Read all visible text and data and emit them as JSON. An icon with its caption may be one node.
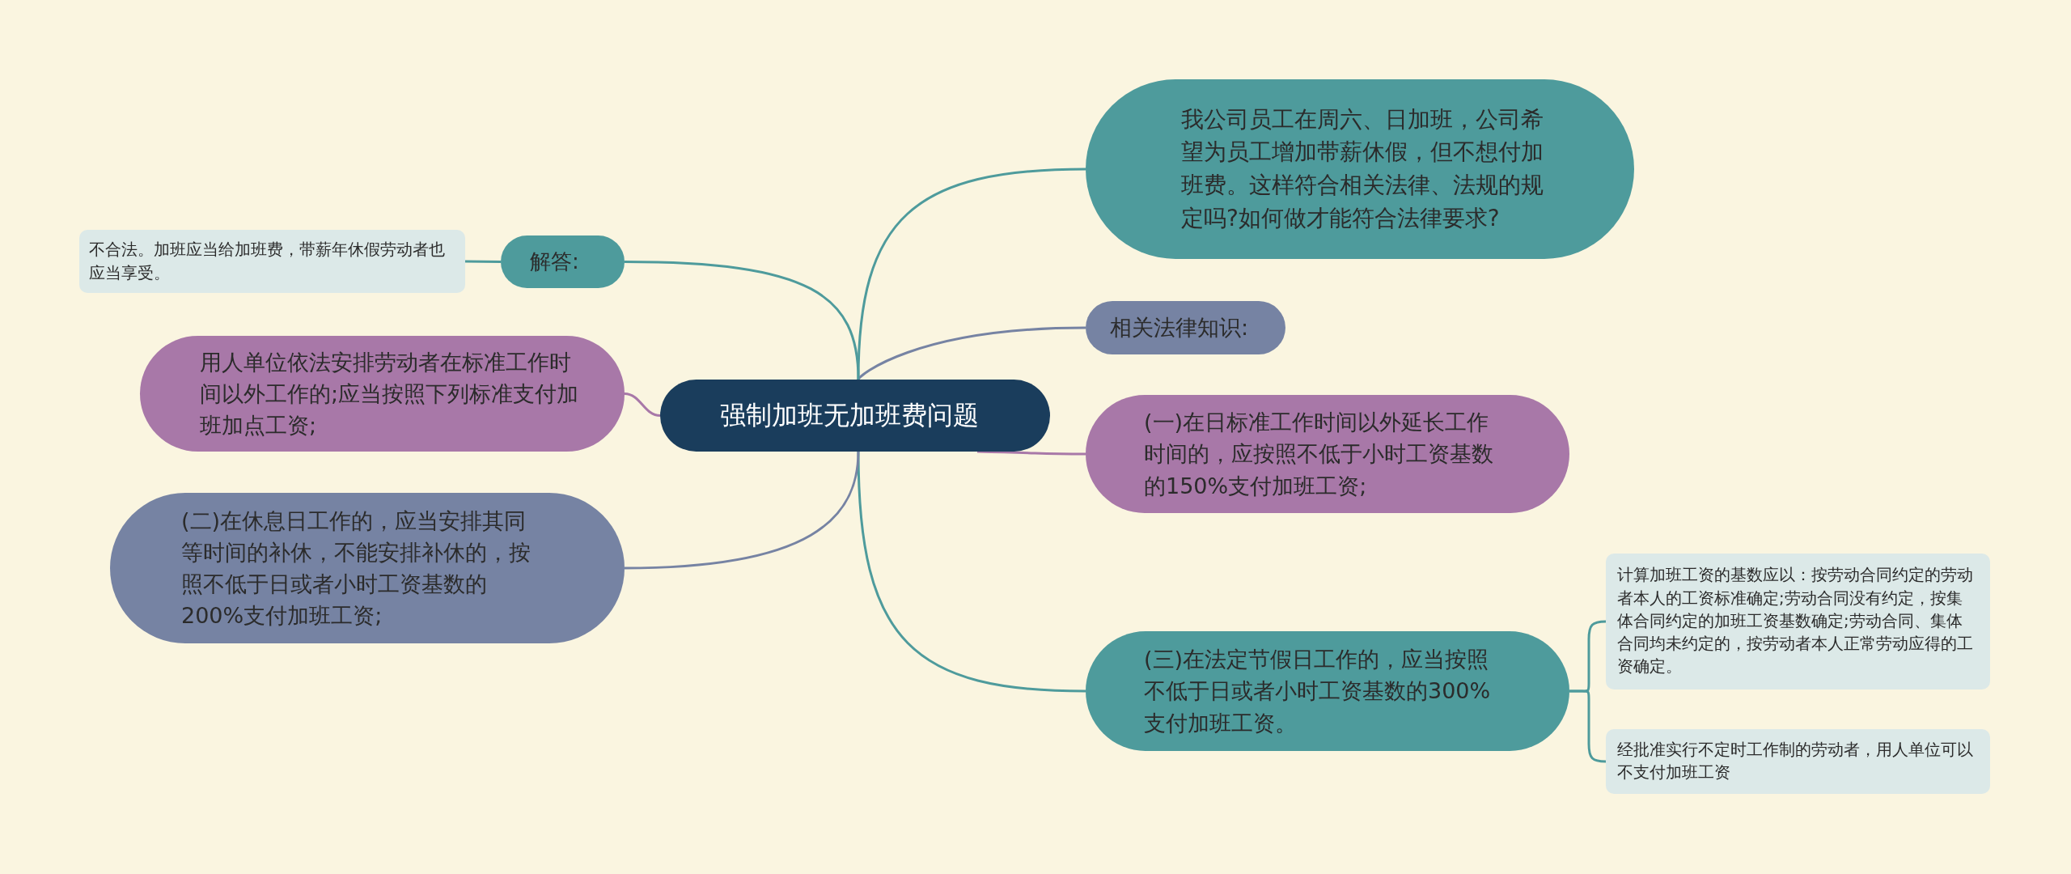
{
  "diagram": {
    "nodes": [
      {
        "text": [
          "强制加班无加班费问题"
        ]
      },
      {
        "text": [
          "我公司员工在周六、日加班，公司希望为员工增加带薪休假，但不想付加班费。这样符合相关法律、法规的规定吗?如何做才能符合法律要求?"
        ]
      },
      {
        "text": [
          "相关法律知识:"
        ]
      },
      {
        "text": [
          "(一)在日标准工作时间以外延长工作时间的，应按照不低于小时工资基数的150%支付加班工资;"
        ]
      },
      {
        "text": [
          "(三)在法定节假日工作的，应当按照不低于日或者小时工资基数的300%支付加班工资。"
        ]
      },
      {
        "text": [
          "计算加班工资的基数应以：按劳动合同约定的劳动者本人的工资标准确定;劳动合同没有约定，按集体合同约定的加班工资基数确定;劳动合同、集体合同均未约定的，按劳动者本人正常劳动应得的工资确定。"
        ]
      },
      {
        "text": [
          "经批准实行不定时工作制的劳动者，用人单位可以不支付加班工资"
        ]
      },
      {
        "text": [
          "解答:"
        ]
      },
      {
        "text": [
          "不合法。加班应当给加班费，带薪年休假劳动者也应当享受。"
        ]
      },
      {
        "text": [
          "用人单位依法安排劳动者在标准工作时间以外工作的;应当按照下列标准支付加班加点工资;"
        ]
      },
      {
        "text": [
          "(二)在休息日工作的，应当安排其同等时间的补休，不能安排补休的，按照不低于日或者小时工资基数的200%支付加班工资;"
        ]
      }
    ],
    "edges": [
      {
        "from": 0,
        "to": 1,
        "arrow": "none"
      },
      {
        "from": 0,
        "to": 2,
        "arrow": "none",
        "color": "#7683a3"
      },
      {
        "from": 0,
        "to": 3,
        "arrow": "none",
        "color": "#a878a8"
      },
      {
        "from": 0,
        "to": 4,
        "arrow": "none"
      },
      {
        "from": 4,
        "to": 5,
        "arrow": "none"
      },
      {
        "from": 4,
        "to": 6,
        "arrow": "none"
      },
      {
        "from": 0,
        "to": 7,
        "arrow": "none"
      },
      {
        "from": 7,
        "to": 8,
        "arrow": "none"
      },
      {
        "from": 0,
        "to": 9,
        "arrow": "none",
        "color": "#a878a8"
      },
      {
        "from": 0,
        "to": 10,
        "arrow": "none",
        "color": "#7683a3"
      }
    ]
  }
}
